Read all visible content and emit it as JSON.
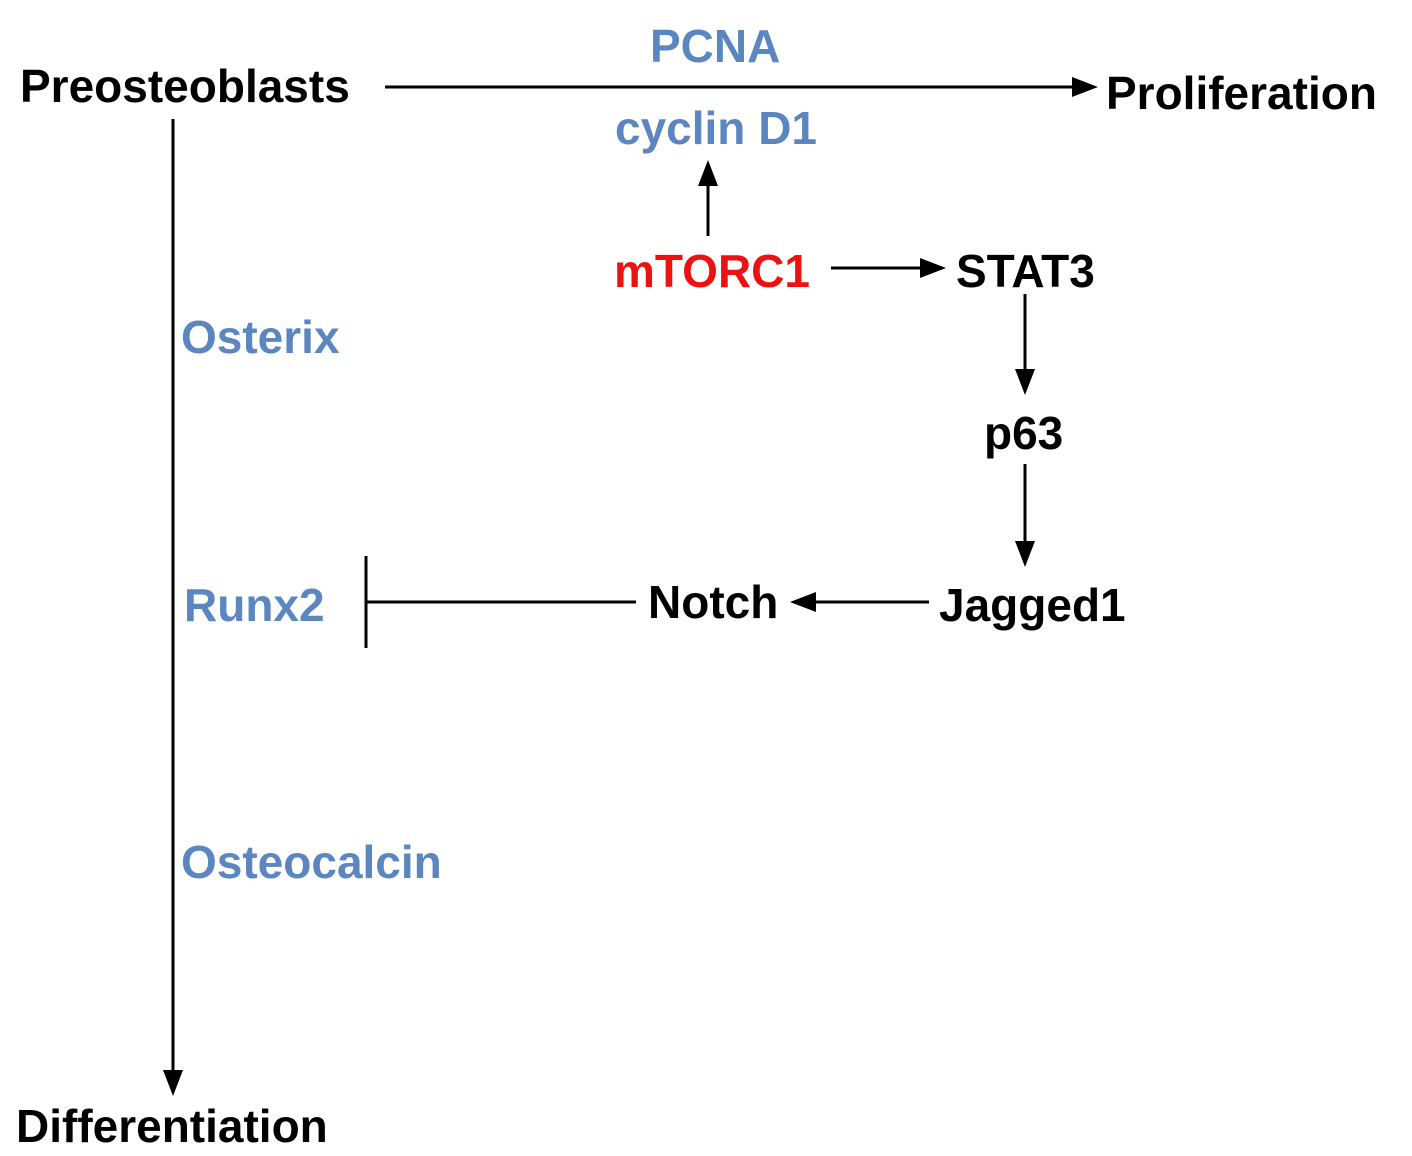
{
  "colors": {
    "node": "#000000",
    "marker": "#5b86bf",
    "highlight": "#ee1111",
    "edge": "#000000"
  },
  "nodes": {
    "preosteoblasts": "Preosteoblasts",
    "proliferation": "Proliferation",
    "differentiation": "Differentiation",
    "pcna": "PCNA",
    "cyclin_d1": "cyclin D1",
    "mtorc1": "mTORC1",
    "stat3": "STAT3",
    "p63": "p63",
    "jagged1": "Jagged1",
    "notch": "Notch",
    "osterix": "Osterix",
    "runx2": "Runx2",
    "osteocalcin": "Osteocalcin"
  },
  "edges": [
    {
      "from": "preosteoblasts",
      "to": "proliferation",
      "type": "activation"
    },
    {
      "from": "preosteoblasts",
      "to": "differentiation",
      "type": "activation"
    },
    {
      "from": "mtorc1",
      "to": "cyclin_d1",
      "type": "activation"
    },
    {
      "from": "mtorc1",
      "to": "stat3",
      "type": "activation"
    },
    {
      "from": "stat3",
      "to": "p63",
      "type": "activation"
    },
    {
      "from": "p63",
      "to": "jagged1",
      "type": "activation"
    },
    {
      "from": "jagged1",
      "to": "notch",
      "type": "activation"
    },
    {
      "from": "notch",
      "to": "runx2",
      "type": "inhibition"
    }
  ]
}
